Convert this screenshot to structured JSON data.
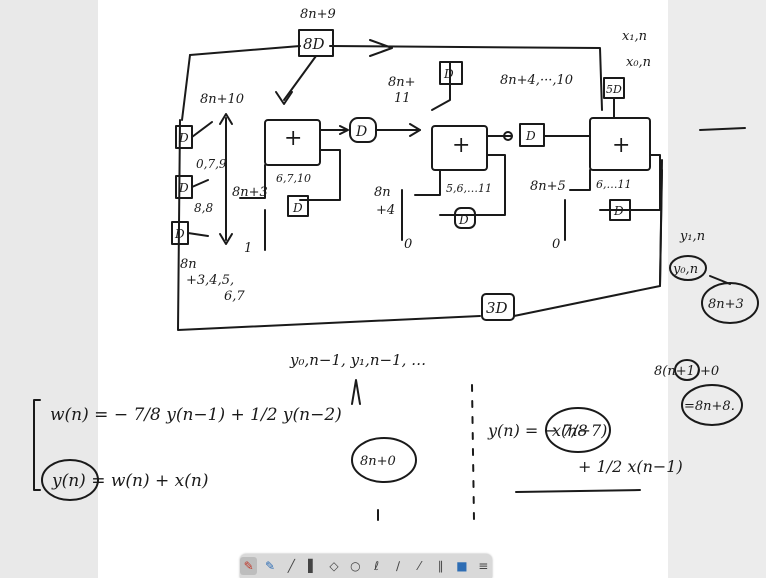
{
  "toolbar": {
    "tools": [
      "pen-red",
      "pen-blue",
      "pen-black",
      "highlighter",
      "eraser",
      "shapes",
      "lasso",
      "pen-thin",
      "pen-dark",
      "line",
      "pen-blue-alt",
      "color-box",
      "menu"
    ]
  },
  "labels": {
    "top_delay_count": "8n+9",
    "top_delay": "8D",
    "xn1": "x₁,n",
    "xn0": "x₀,n",
    "left_count": "8n+10",
    "d_left_1": "D",
    "d_left_2": "D",
    "d_left_3": "D",
    "seq_1": "0,7,9",
    "seq_2": "8,8",
    "bottom_left_count": "8n",
    "bottom_left_seq": "+3,4,5,",
    "bottom_left_seq2": "6,7",
    "adder1_in": "8n+3",
    "adder1_loop": "6,7,10",
    "one": "1",
    "d_mid": "D",
    "mid_count": "8n+",
    "mid_count2": "11",
    "d_top_mid": "D",
    "right_count": "8n+4,···,10",
    "d_3rd": "D",
    "adder2_in": "8n",
    "adder2_in2": "+4",
    "adder2_loop": "5,6,…11",
    "zero1": "0",
    "adder3_in": "8n+5",
    "adder3_loop": "6,…11",
    "zero2": "0",
    "d_box_1": "D",
    "d_box_2": "D",
    "d_box_3": "D",
    "d_right_top": "5D",
    "y1n": "y₁,n",
    "y0n": "y₀,n",
    "loop3d": "3D",
    "right_circle": "8n+3",
    "ystream": "y₀,n−1, y₁,n−1, …",
    "circle_bottom": "8n+0",
    "right_eq1": "8(n+1)+0",
    "right_eq2": "=8n+8.",
    "eq_w": "w(n) = − 7/8 y(n−1) + 1/2 y(n−2)",
    "eq_y": "y(n) = w(n) + x(n)",
    "eq_y2_a": "y(n) = − 7/8",
    "eq_y2_b": "x(n−7)",
    "eq_y2_c": "+ 1/2 x(n−1)",
    "adder_sign": "+"
  }
}
